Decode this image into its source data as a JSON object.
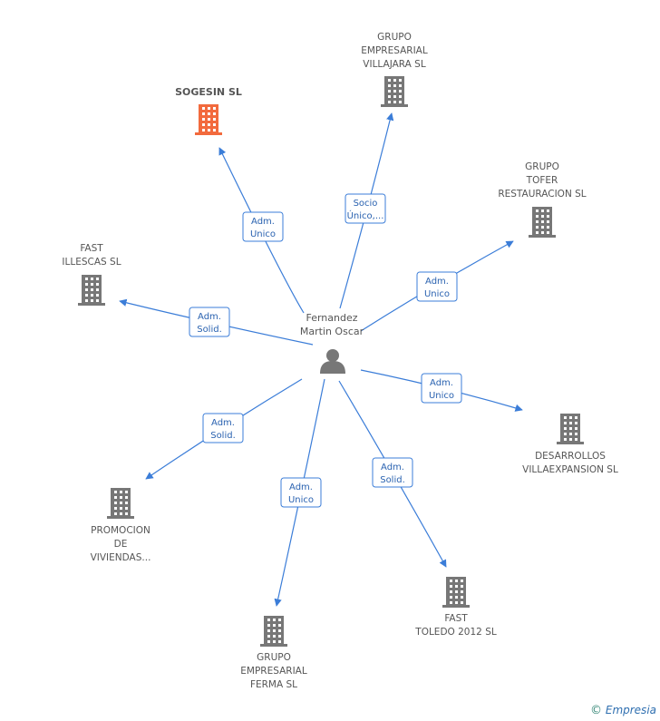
{
  "person": {
    "name_lines": [
      "Fernandez",
      "Martin Oscar"
    ],
    "icon": "person-icon"
  },
  "companies": [
    {
      "id": "sogesin",
      "lines": [
        "SOGESIN SL"
      ],
      "highlight": true,
      "relation": [
        "Adm.",
        "Unico"
      ]
    },
    {
      "id": "villajara",
      "lines": [
        "GRUPO",
        "EMPRESARIAL",
        "VILLAJARA SL"
      ],
      "highlight": false,
      "relation": [
        "Socio",
        "Único,..."
      ]
    },
    {
      "id": "tofer",
      "lines": [
        "GRUPO",
        "TOFER",
        "RESTAURACION SL"
      ],
      "highlight": false,
      "relation": [
        "Adm.",
        "Unico"
      ]
    },
    {
      "id": "illescas",
      "lines": [
        "FAST",
        "ILLESCAS SL"
      ],
      "highlight": false,
      "relation": [
        "Adm.",
        "Solid."
      ]
    },
    {
      "id": "villaexpansion",
      "lines": [
        "DESARROLLOS",
        "VILLAEXPANSION SL"
      ],
      "highlight": false,
      "relation": [
        "Adm.",
        "Unico"
      ]
    },
    {
      "id": "promocion",
      "lines": [
        "PROMOCION",
        "DE",
        "VIVIENDAS..."
      ],
      "highlight": false,
      "relation": [
        "Adm.",
        "Solid."
      ]
    },
    {
      "id": "ferma",
      "lines": [
        "GRUPO",
        "EMPRESARIAL",
        "FERMA SL"
      ],
      "highlight": false,
      "relation": [
        "Adm.",
        "Unico"
      ]
    },
    {
      "id": "toledo",
      "lines": [
        "FAST",
        "TOLEDO 2012 SL"
      ],
      "highlight": false,
      "relation": [
        "Adm.",
        "Solid."
      ]
    }
  ],
  "colors": {
    "edge": "#3b7dd8",
    "building": "#777777",
    "building_highlight": "#f26a3d"
  },
  "footer": {
    "copyright": "©",
    "brand_initial": "E",
    "brand_rest": "mpresia"
  }
}
